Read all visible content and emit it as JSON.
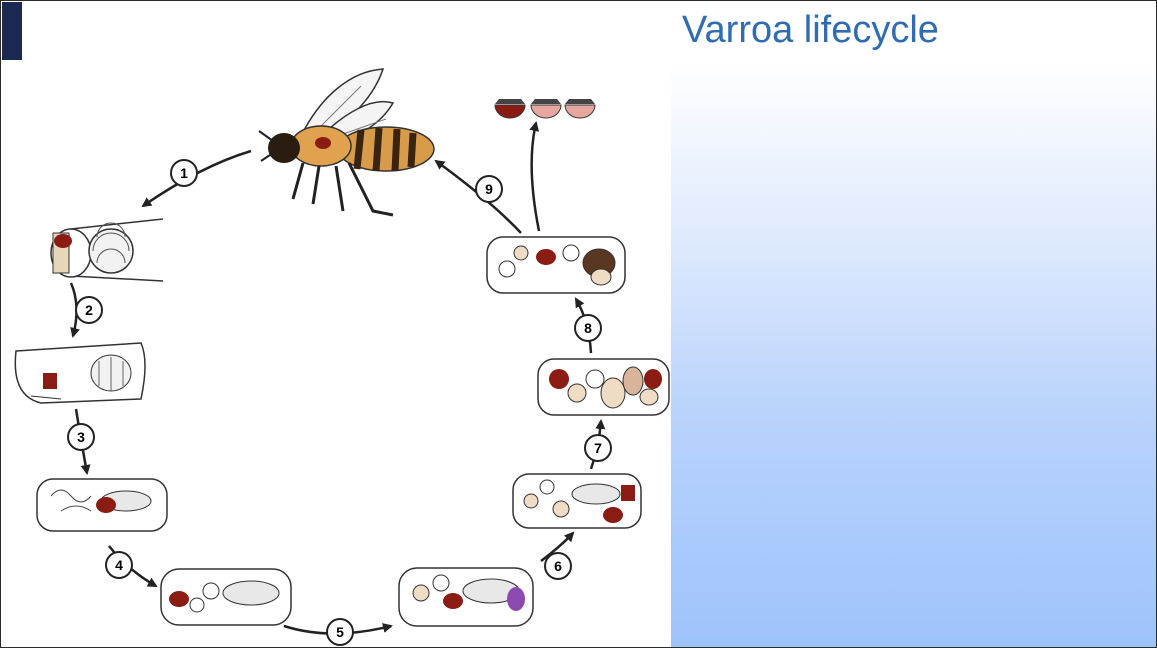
{
  "slide": {
    "title": "Varroa lifecycle"
  },
  "diagram": {
    "steps": [
      {
        "label": "1"
      },
      {
        "label": "2"
      },
      {
        "label": "3"
      },
      {
        "label": "4"
      },
      {
        "label": "5"
      },
      {
        "label": "6"
      },
      {
        "label": "7"
      },
      {
        "label": "8"
      },
      {
        "label": "9"
      }
    ],
    "icons": [
      "honeybee-icon",
      "varroa-mite-icon",
      "brood-cell-icon",
      "larva-icon"
    ],
    "colors": {
      "mite": "#8a1c14",
      "mite_light": "#e6a7a0",
      "bee_body": "#d89b4a",
      "bee_dark": "#2a1d10",
      "pupa_purple": "#8c4ab0",
      "title": "#2f6cb3",
      "side_band": "#1b2a52"
    }
  }
}
